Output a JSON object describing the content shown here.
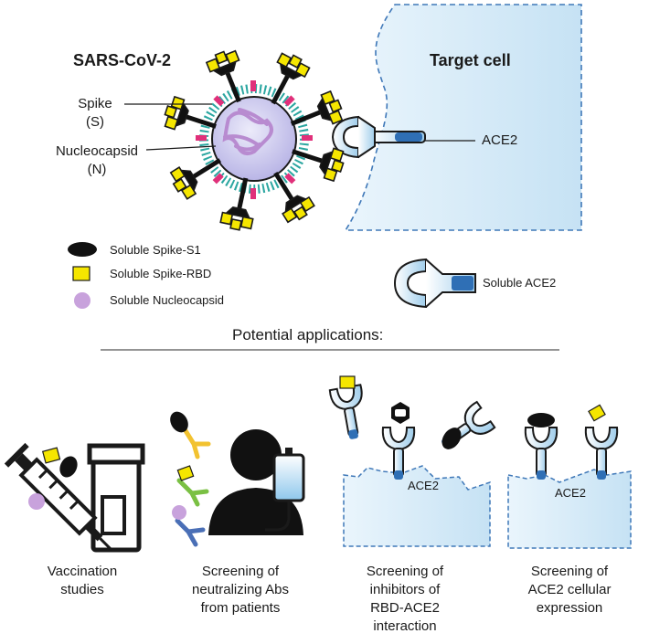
{
  "top": {
    "virus_title": "SARS-CoV-2",
    "cell_title": "Target cell",
    "spike_label": [
      "Spike",
      "(S)"
    ],
    "nucleocapsid_label": [
      "Nucleocapsid",
      "(N)"
    ],
    "ace2_label": "ACE2"
  },
  "legend": {
    "s1": "Soluble Spike-S1",
    "rbd": "Soluble Spike-RBD",
    "nucleocapsid": "Soluble Nucleocapsid",
    "ace2": "Soluble ACE2"
  },
  "applications": {
    "heading": "Potential applications:",
    "captions": [
      [
        "Vaccination",
        "studies"
      ],
      [
        "Screening of",
        "neutralizing Abs",
        "from patients"
      ],
      [
        "Screening of",
        "inhibitors of",
        "RBD-ACE2",
        "interaction"
      ],
      [
        "Screening of",
        "ACE2 cellular",
        "expression"
      ]
    ],
    "ace2_panel3": "ACE2",
    "ace2_panel4": "ACE2"
  },
  "colors": {
    "cell_fill": "#d6ecf8",
    "cell_edge": "#3f78b8",
    "spike_yellow": "#f5e600",
    "virus_core": "#d6d4f0",
    "nucleocapsid_purple": "#b88bd0",
    "pink_protein": "#e0307a",
    "teal_protein": "#2aa6a0"
  }
}
